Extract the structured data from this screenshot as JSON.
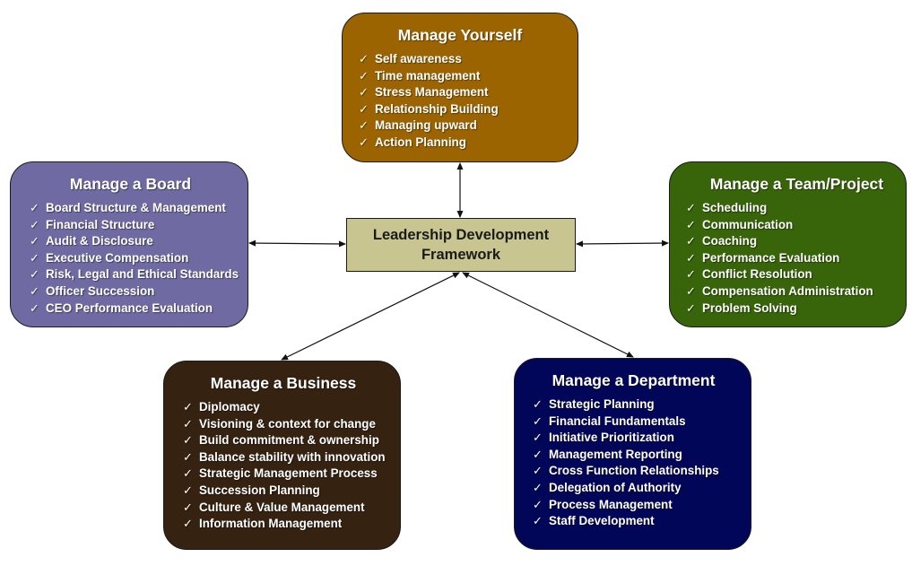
{
  "center": {
    "line1": "Leadership Development",
    "line2": "Framework",
    "color": "#c8c591"
  },
  "check_mark": "✓",
  "boxes": {
    "manage_yourself": {
      "title": "Manage Yourself",
      "color": "#9c6400",
      "items": [
        "Self awareness",
        "Time management",
        "Stress Management",
        "Relationship Building",
        "Managing upward",
        "Action Planning"
      ]
    },
    "manage_board": {
      "title": "Manage a Board",
      "color": "#6f6aa2",
      "items": [
        "Board Structure & Management",
        "Financial Structure",
        "Audit & Disclosure",
        "Executive Compensation",
        "Risk, Legal and Ethical Standards",
        "Officer Succession",
        "CEO Performance Evaluation"
      ]
    },
    "manage_team": {
      "title": "Manage a Team/Project",
      "color": "#38640a",
      "items": [
        "Scheduling",
        "Communication",
        "Coaching",
        "Performance Evaluation",
        "Conflict Resolution",
        "Compensation Administration",
        "Problem Solving"
      ]
    },
    "manage_business": {
      "title": "Manage a Business",
      "color": "#352211",
      "items": [
        "Diplomacy",
        "Visioning & context for change",
        "Build commitment & ownership",
        "Balance stability with innovation",
        "Strategic Management Process",
        "Succession Planning",
        "Culture & Value Management",
        "Information Management"
      ]
    },
    "manage_department": {
      "title": "Manage a Department",
      "color": "#020658",
      "items": [
        "Strategic Planning",
        "Financial Fundamentals",
        "Initiative Prioritization",
        "Management Reporting",
        "Cross Function Relationships",
        "Delegation of Authority",
        "Process Management",
        "Staff Development"
      ]
    }
  }
}
